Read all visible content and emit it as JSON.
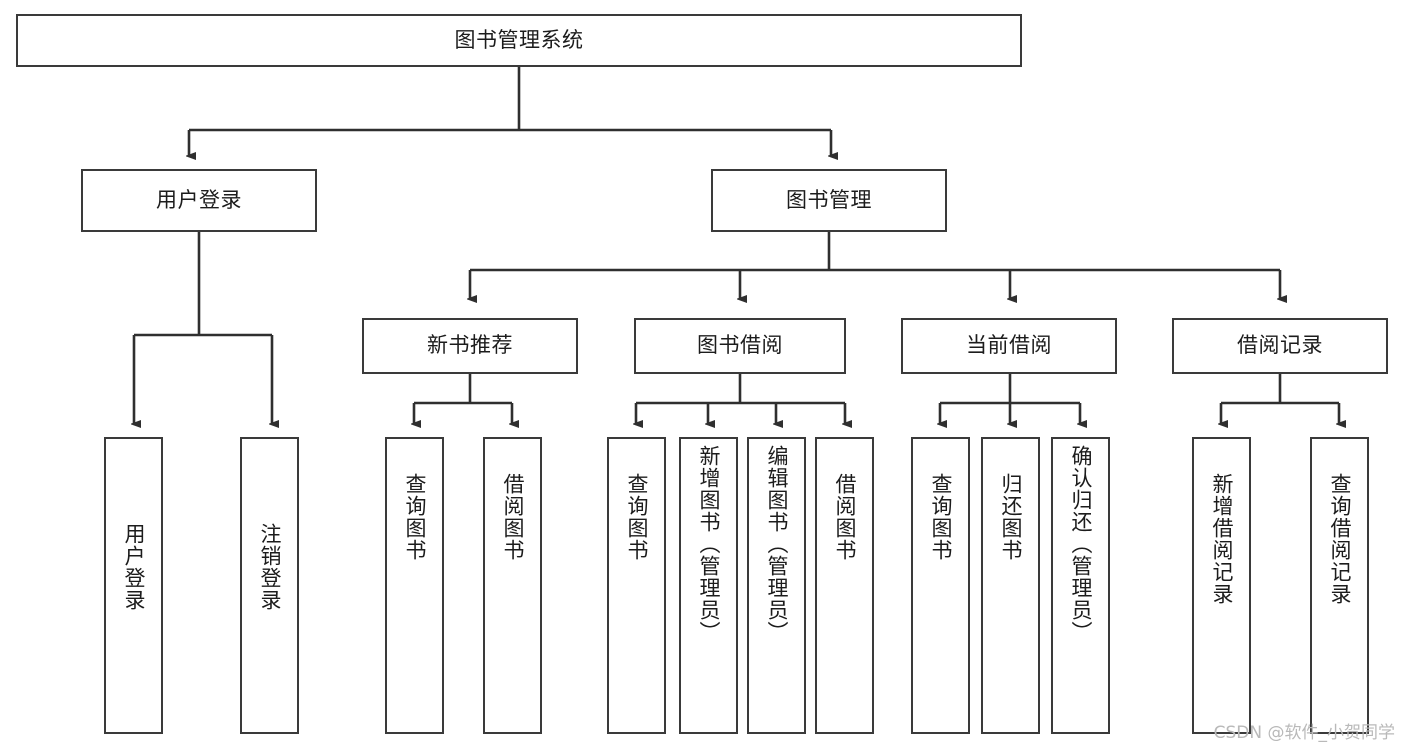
{
  "diagram": {
    "title": "图书管理系统",
    "type": "tree",
    "watermark": "CSDN @软件_小贺同学",
    "colors": {
      "box_border": "#3a3a3a",
      "box_fill": "#ffffff",
      "connector": "#2f2f2f",
      "text": "#1c1c1c",
      "watermark": "#b9b9b9"
    },
    "root": {
      "label": "图书管理系统"
    },
    "level2": [
      {
        "label": "用户登录"
      },
      {
        "label": "图书管理"
      }
    ],
    "level3": [
      {
        "label": "新书推荐"
      },
      {
        "label": "图书借阅"
      },
      {
        "label": "当前借阅"
      },
      {
        "label": "借阅记录"
      }
    ],
    "leaves": {
      "user_login": [
        {
          "label": "用户登录"
        },
        {
          "label": "注销登录"
        }
      ],
      "new_book": [
        {
          "label": "查询图书"
        },
        {
          "label": "借阅图书"
        }
      ],
      "book_borrow": [
        {
          "label": "查询图书"
        },
        {
          "label": "新增图书（管理员）"
        },
        {
          "label": "编辑图书（管理员）"
        },
        {
          "label": "借阅图书"
        }
      ],
      "current_borrow": [
        {
          "label": "查询图书"
        },
        {
          "label": "归还图书"
        },
        {
          "label": "确认归还（管理员）"
        }
      ],
      "borrow_record": [
        {
          "label": "新增借阅记录"
        },
        {
          "label": "查询借阅记录"
        }
      ]
    }
  }
}
